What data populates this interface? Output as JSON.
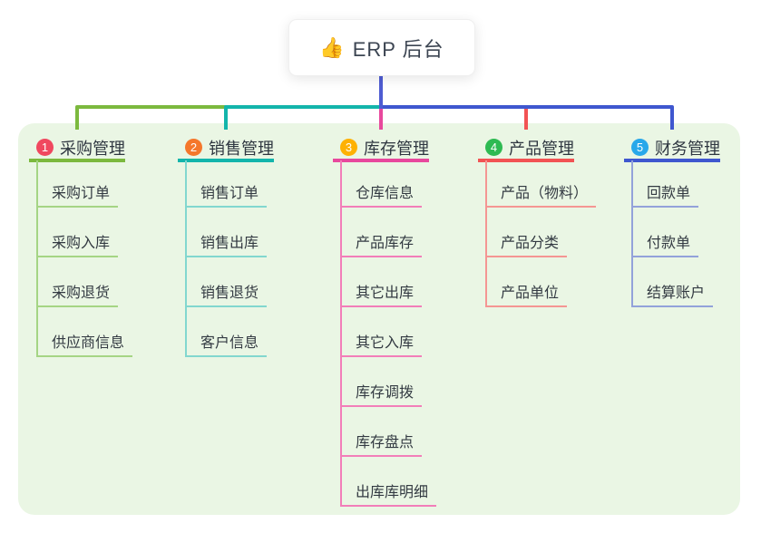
{
  "root": {
    "icon": "👍",
    "label": "ERP 后台"
  },
  "colors": {
    "page_bg": "#ffffff",
    "panel_bg": "#eaf6e4",
    "card_bg": "#ffffff",
    "stem": "#4e5cd2",
    "title_text": "#2e3640",
    "child_text": "#333a42"
  },
  "branches": [
    {
      "num": "1",
      "label": "采购管理",
      "badge_color": "#f0485f",
      "line_color": "#7cb93e",
      "child_line_color": "#a5d584",
      "children": [
        "采购订单",
        "采购入库",
        "采购退货",
        "供应商信息"
      ]
    },
    {
      "num": "2",
      "label": "销售管理",
      "badge_color": "#f5772b",
      "line_color": "#13b5ab",
      "child_line_color": "#82d7cf",
      "children": [
        "销售订单",
        "销售出库",
        "销售退货",
        "客户信息"
      ]
    },
    {
      "num": "3",
      "label": "库存管理",
      "badge_color": "#feb102",
      "line_color": "#e8489d",
      "child_line_color": "#f27eb9",
      "children": [
        "仓库信息",
        "产品库存",
        "其它出库",
        "其它入库",
        "库存调拨",
        "库存盘点",
        "出库库明细"
      ]
    },
    {
      "num": "4",
      "label": "产品管理",
      "badge_color": "#2eba52",
      "line_color": "#f25354",
      "child_line_color": "#f59693",
      "children": [
        "产品（物料）",
        "产品分类",
        "产品单位"
      ]
    },
    {
      "num": "5",
      "label": "财务管理",
      "badge_color": "#29a8ea",
      "line_color": "#3f57cf",
      "child_line_color": "#93a2da",
      "children": [
        "回款单",
        "付款单",
        "结算账户"
      ]
    }
  ]
}
